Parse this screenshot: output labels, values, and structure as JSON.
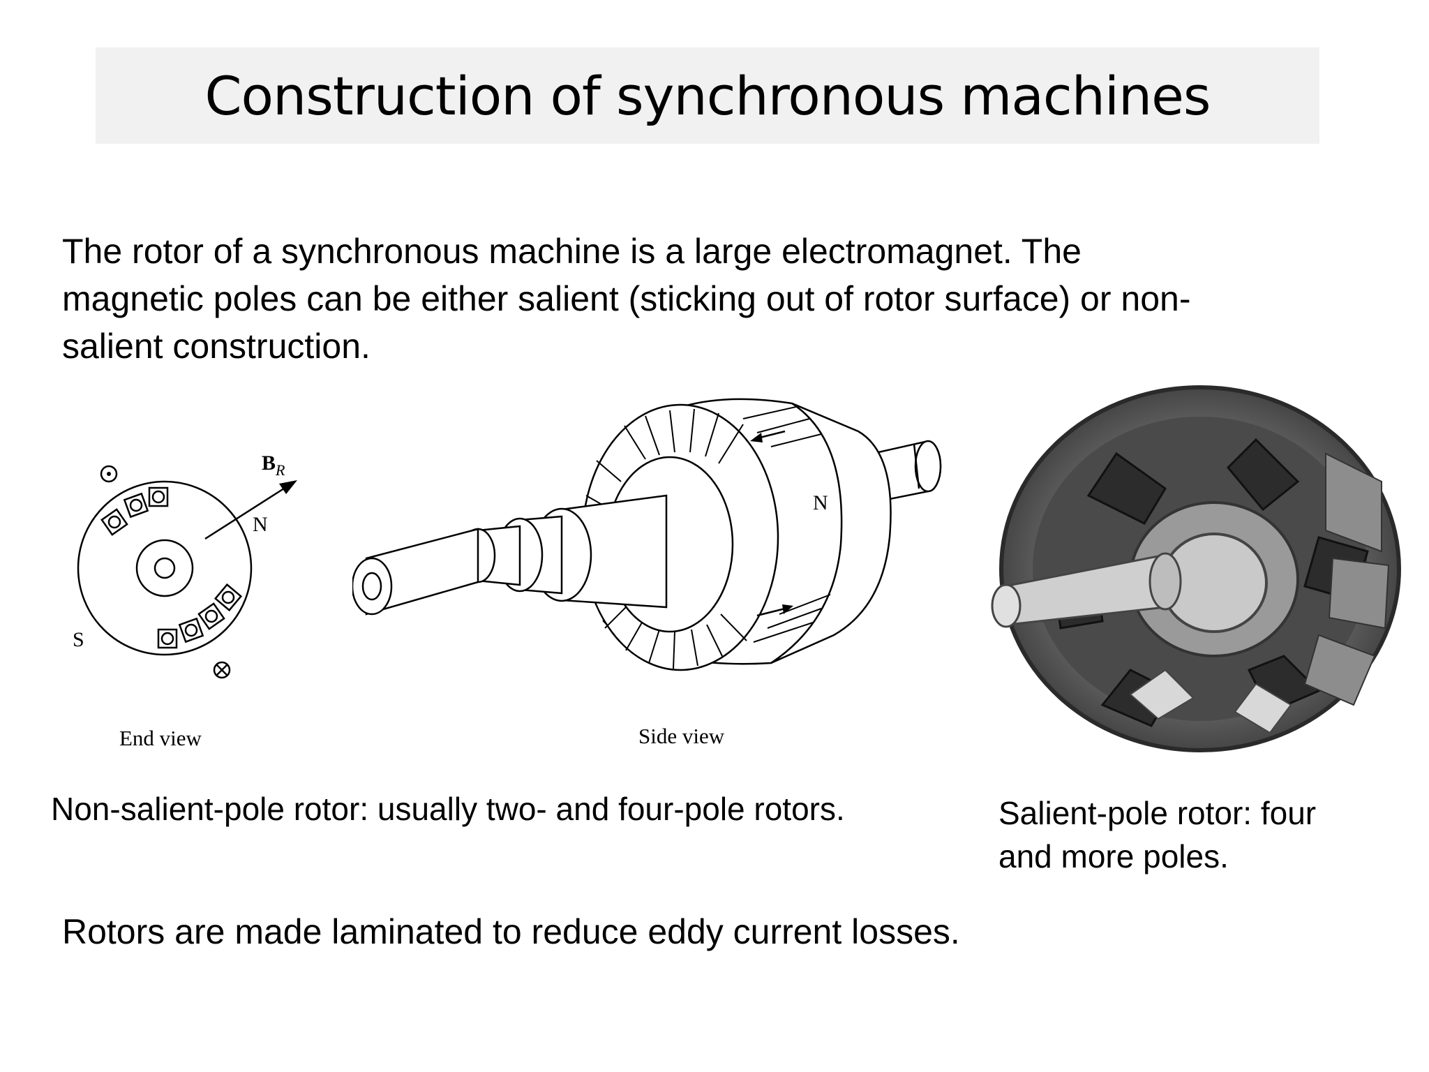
{
  "slide": {
    "title": "Construction of synchronous machines",
    "intro_lines": [
      "The rotor of a synchronous machine is a large electromagnet. The",
      "magnetic poles can be either salient (sticking out of rotor surface) or non-",
      "salient construction."
    ],
    "figure_end_view": {
      "label_BR_main": "B",
      "label_BR_sub": "R",
      "label_N": "N",
      "label_S": "S",
      "caption": "End view"
    },
    "figure_side_view": {
      "label_N": "N",
      "caption": "Side view"
    },
    "caption_non_salient": "Non-salient-pole rotor: usually two- and four-pole rotors.",
    "caption_salient_lines": [
      "Salient-pole rotor: four",
      "and more poles."
    ],
    "footer_text": "Rotors are made laminated to reduce eddy current losses."
  }
}
